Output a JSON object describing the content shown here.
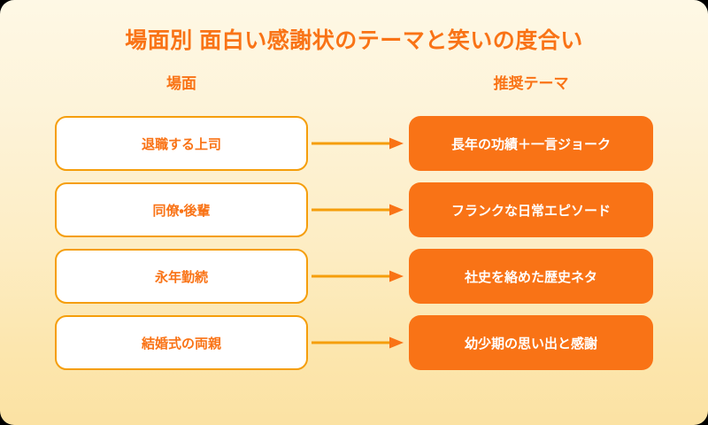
{
  "title": "場面別 面白い感謝状のテーマと笑いの度合い",
  "columns": {
    "left_header": "場面",
    "right_header": "推奨テーマ"
  },
  "colors": {
    "accent_orange": "#F97316",
    "border_amber": "#F59E0B",
    "background_top": "#FEF8E5",
    "background_bottom": "#FBE2A3",
    "box_white": "#FFFFFF",
    "text_on_orange": "#FFFFFF"
  },
  "rows": [
    {
      "scene": "退職する上司",
      "theme": "長年の功績＋一言ジョーク",
      "connector": "arrow-right-icon"
    },
    {
      "scene": "同僚・後輩",
      "theme": "フランクな日常エピソード",
      "connector": "arrow-right-icon"
    },
    {
      "scene": "永年勤続",
      "theme": "社史を絡めた歴史ネタ",
      "connector": "arrow-right-icon"
    },
    {
      "scene": "結婚式の両親",
      "theme": "幼少期の思い出と感謝",
      "connector": "arrow-right-icon"
    }
  ],
  "chart_data": {
    "type": "table",
    "title": "場面別 面白い感謝状のテーマと笑いの度合い",
    "columns": [
      "場面",
      "推奨テーマ"
    ],
    "rows": [
      [
        "退職する上司",
        "長年の功績＋一言ジョーク"
      ],
      [
        "同僚・後輩",
        "フランクな日常エピソード"
      ],
      [
        "永年勤続",
        "社史を絡めた歴史ネタ"
      ],
      [
        "結婚式の両親",
        "幼少期の思い出と感謝"
      ]
    ],
    "legend": [],
    "xlabel": "",
    "ylabel": "",
    "grid": false
  }
}
